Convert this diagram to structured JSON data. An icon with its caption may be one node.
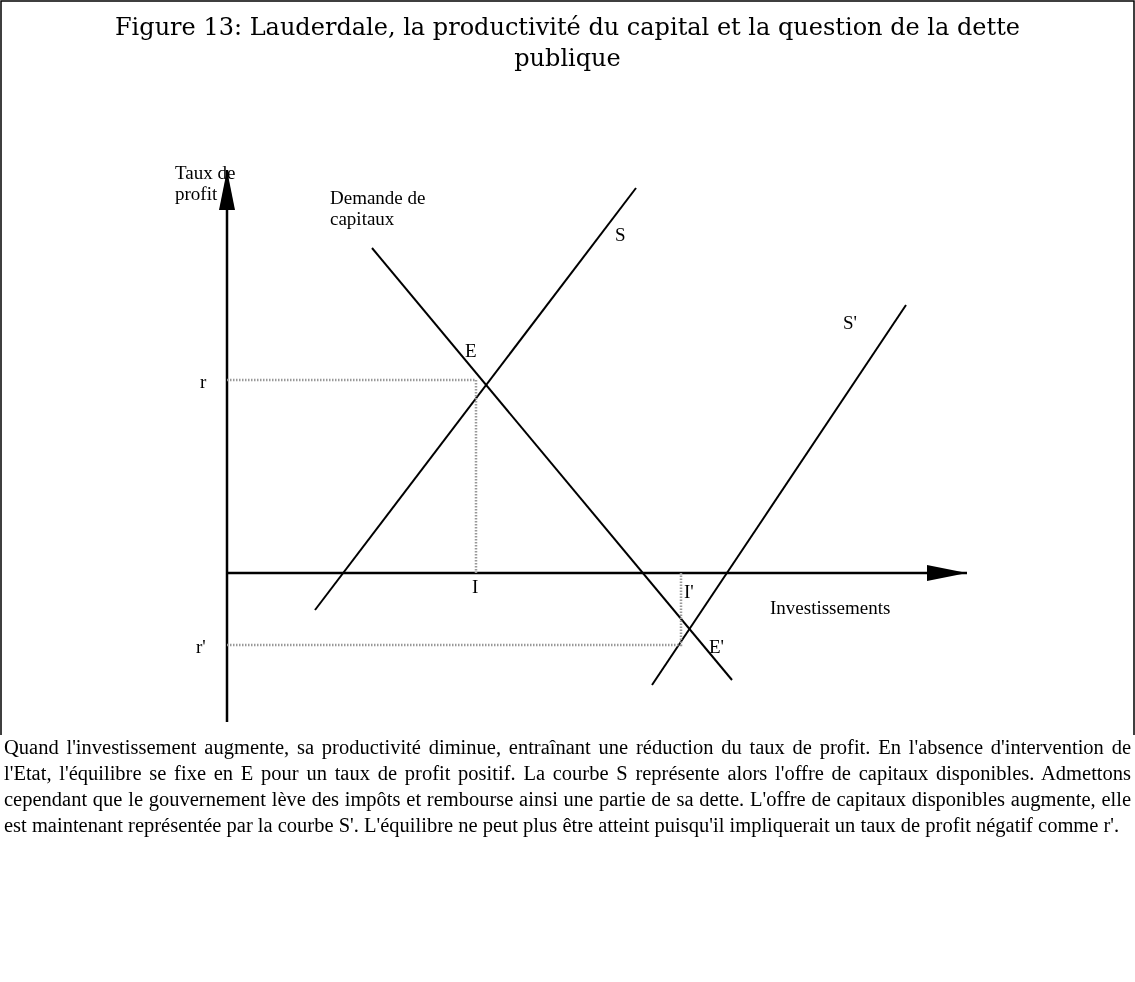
{
  "diagram": {
    "title": "Figure 13: Lauderdale, la productivité du capital et la question de la dette publique",
    "caption": "Quand l'investissement augmente, sa productivité diminue, entraînant une réduction du taux de profit. En l'absence d'intervention de l'Etat, l'équilibre se fixe en E pour un taux de profit positif. La courbe S représente alors l'offre de capitaux disponibles. Admettons cependant que le gouvernement lève des impôts et rembourse ainsi une partie de sa dette. L'offre de capitaux disponibles augmente, elle est maintenant représentée par la courbe S'. L'équilibre ne peut plus être atteint puisqu'il impliquerait un taux de profit négatif comme r'.",
    "labels": [
      "Taux de profit",
      "Demande de capitaux",
      "S",
      "S'",
      "E",
      "r",
      "I",
      "I'",
      "Investissements",
      "r'",
      "E'"
    ]
  }
}
